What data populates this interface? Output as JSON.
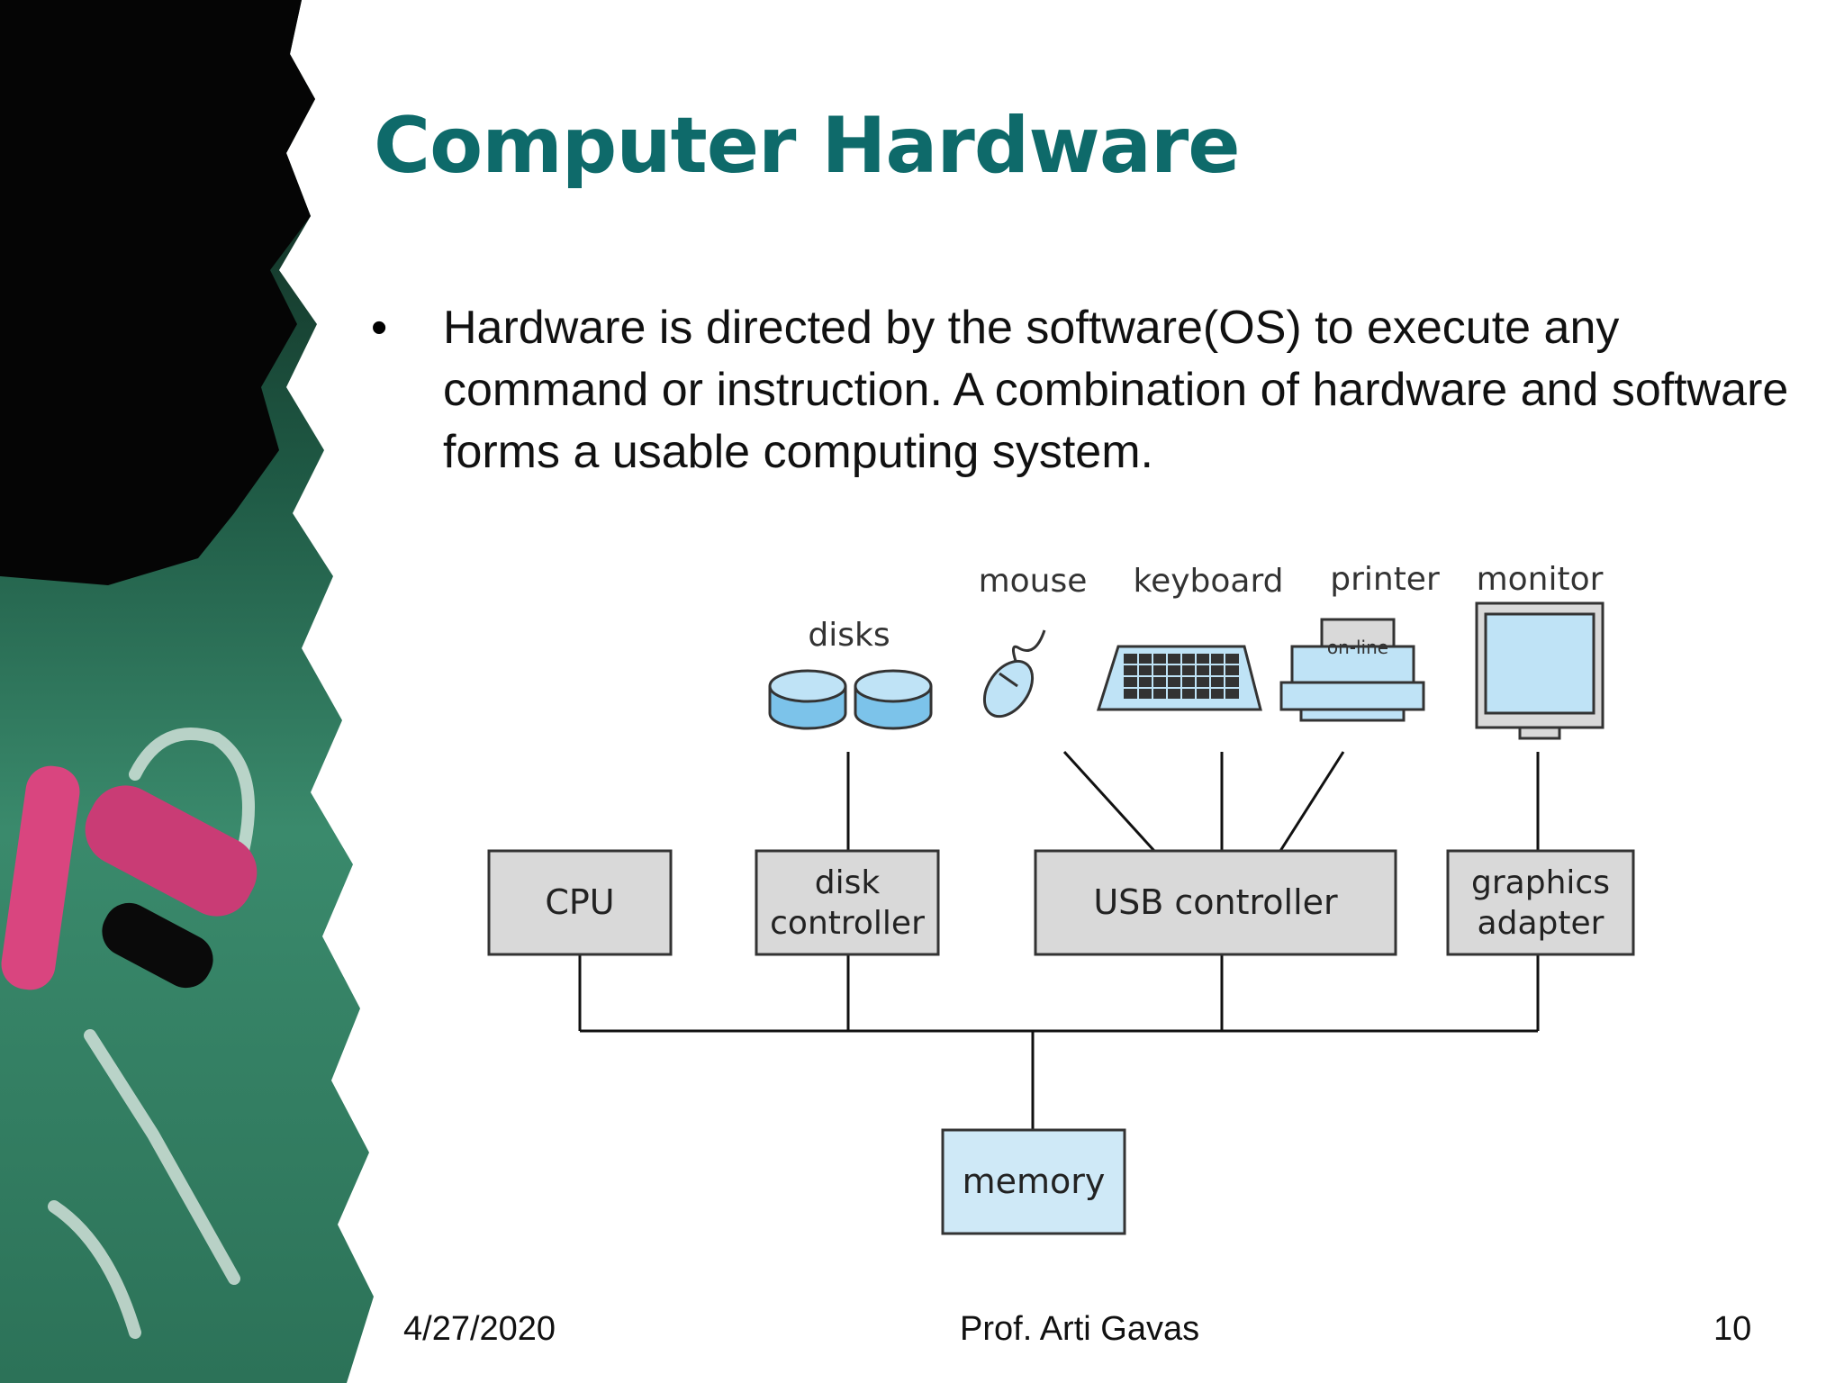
{
  "slide": {
    "title": "Computer Hardware",
    "bullets": [
      "Hardware is directed by the software(OS) to execute any command or instruction. A combination of hardware and software forms a usable computing system."
    ]
  },
  "diagram": {
    "devices": {
      "disks": "disks",
      "mouse": "mouse",
      "keyboard": "keyboard",
      "printer": "printer",
      "printer_panel": "on-line",
      "monitor": "monitor"
    },
    "components": {
      "cpu": "CPU",
      "disk_controller_line1": "disk",
      "disk_controller_line2": "controller",
      "usb_controller": "USB controller",
      "graphics_adapter_line1": "graphics",
      "graphics_adapter_line2": "adapter",
      "memory": "memory"
    },
    "colors": {
      "box_fill": "#d9d9d9",
      "memory_fill": "#cfe9f7",
      "device_fill": "#bfe3f6",
      "line": "#111111"
    }
  },
  "footer": {
    "date": "4/27/2020",
    "author": "Prof. Arti Gavas",
    "page": "10"
  },
  "theme": {
    "title_color": "#0e6a6a",
    "decor_green": "#2f7a60",
    "decor_black": "#050505",
    "chalk_pink": "#d9457f"
  }
}
